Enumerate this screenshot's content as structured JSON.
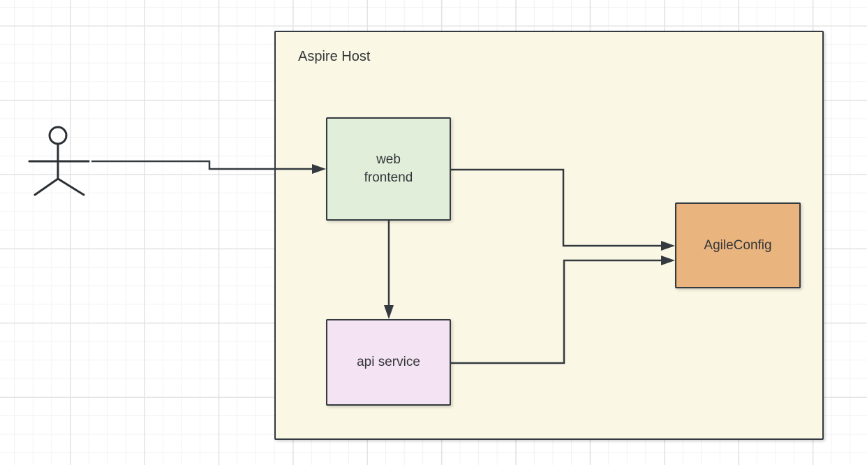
{
  "diagram": {
    "container": {
      "label": "Aspire Host",
      "fill": "#faf7e4"
    },
    "nodes": [
      {
        "id": "web-frontend",
        "label": "web\nfrontend",
        "fill": "#e1efda"
      },
      {
        "id": "api-service",
        "label": "api service",
        "fill": "#f4e3f2"
      },
      {
        "id": "agileconfig",
        "label": "AgileConfig",
        "fill": "#eab47e"
      }
    ],
    "actor": {
      "type": "stick-figure"
    },
    "edges": [
      {
        "from": "actor",
        "to": "web-frontend"
      },
      {
        "from": "web-frontend",
        "to": "api-service"
      },
      {
        "from": "web-frontend",
        "to": "agileconfig"
      },
      {
        "from": "api-service",
        "to": "agileconfig"
      }
    ],
    "colors": {
      "stroke": "#343a40",
      "text": "#333639",
      "background": "#ffffff",
      "grid_minor": "#f2f2f2",
      "grid_major": "#e3e3e3"
    }
  }
}
